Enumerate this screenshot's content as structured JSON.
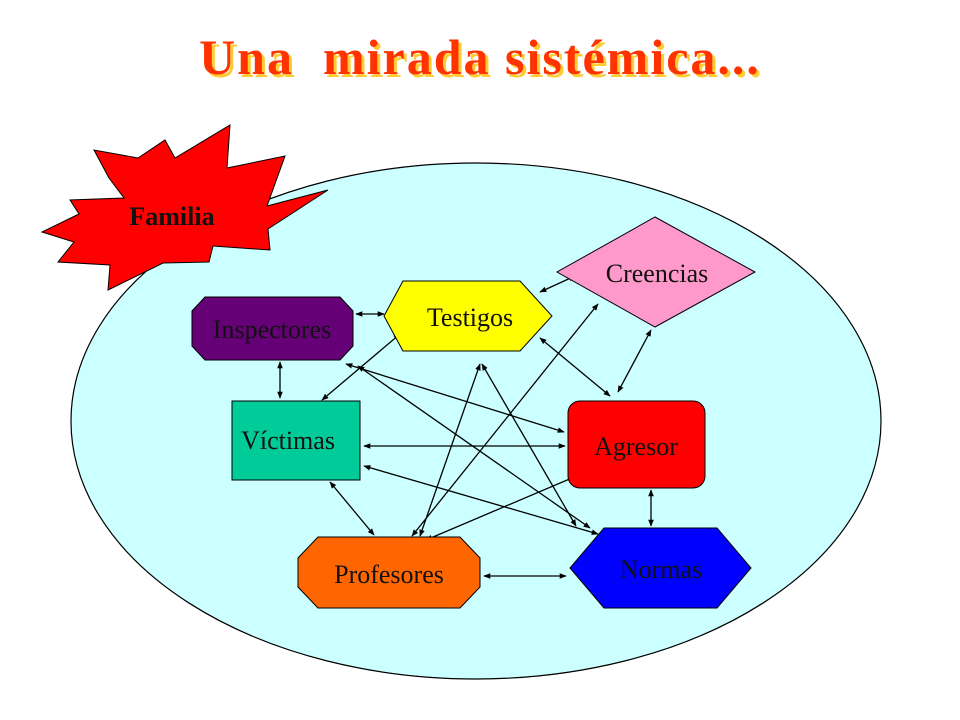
{
  "title": "Una  mirada sistémica...",
  "colors": {
    "title": "#ff3300",
    "title_shadow": "#ffcc33",
    "ellipse_fill": "#ccffff",
    "familia": "#ff0000",
    "inspectores": "#660077",
    "testigos": "#ffff00",
    "creencias": "#ff99cc",
    "victimas": "#00cc99",
    "agresor": "#ff0000",
    "profesores": "#ff6600",
    "normas": "#0000ff"
  },
  "nodes": {
    "familia": "Familia",
    "inspectores": "Inspectores",
    "testigos": "Testigos",
    "creencias": "Creencias",
    "victimas": "Víctimas",
    "agresor": "Agresor",
    "profesores": "Profesores",
    "normas": "Normas"
  },
  "connections": [
    [
      "inspectores",
      "testigos"
    ],
    [
      "testigos",
      "creencias"
    ],
    [
      "inspectores",
      "victimas"
    ],
    [
      "victimas",
      "testigos"
    ],
    [
      "victimas",
      "agresor"
    ],
    [
      "victimas",
      "profesores"
    ],
    [
      "victimas",
      "normas"
    ],
    [
      "inspectores",
      "agresor"
    ],
    [
      "inspectores",
      "normas"
    ],
    [
      "testigos",
      "agresor"
    ],
    [
      "testigos",
      "profesores"
    ],
    [
      "testigos",
      "normas"
    ],
    [
      "creencias",
      "agresor"
    ],
    [
      "creencias",
      "profesores"
    ],
    [
      "agresor",
      "normas"
    ],
    [
      "agresor",
      "profesores"
    ],
    [
      "profesores",
      "normas"
    ]
  ]
}
